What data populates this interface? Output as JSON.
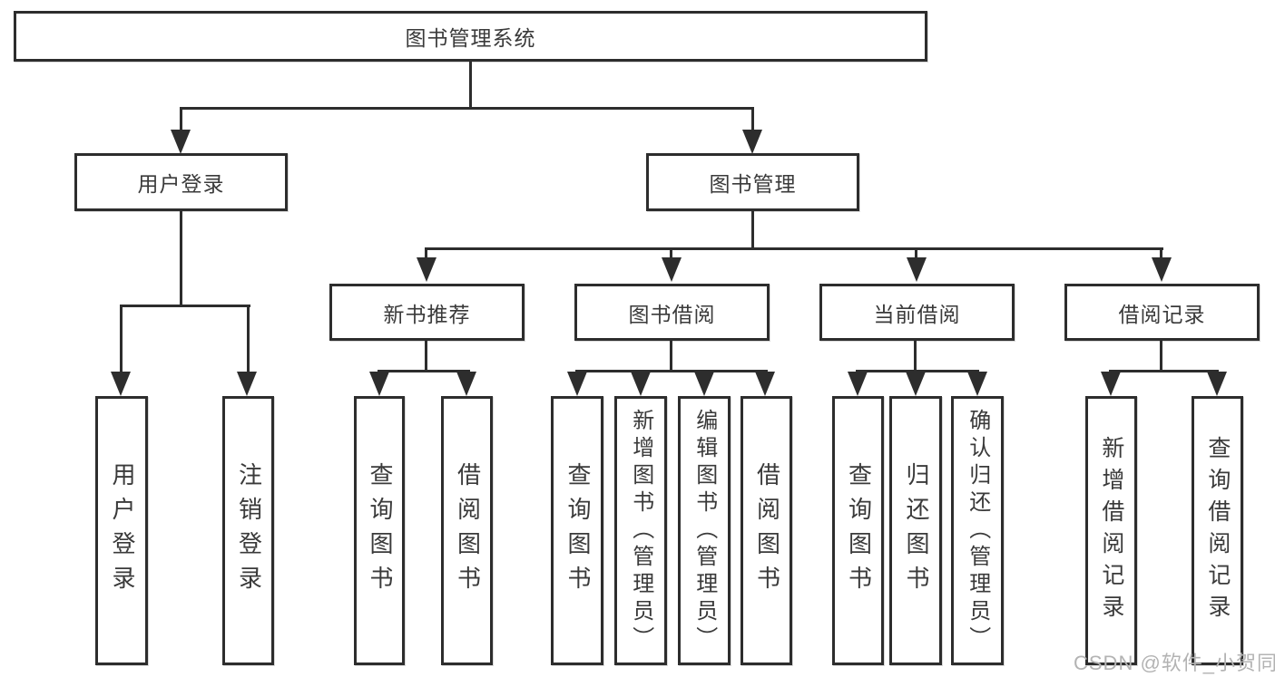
{
  "diagram": {
    "title_node": {
      "label": "图书管理系统"
    },
    "level2": [
      {
        "id": "user-login",
        "label": "用户登录"
      },
      {
        "id": "book-management",
        "label": "图书管理"
      }
    ],
    "level3": [
      {
        "id": "new-book-recommend",
        "label": "新书推荐",
        "parent": "图书管理"
      },
      {
        "id": "book-borrowing",
        "label": "图书借阅",
        "parent": "图书管理"
      },
      {
        "id": "current-borrowing",
        "label": "当前借阅",
        "parent": "图书管理"
      },
      {
        "id": "borrowing-records",
        "label": "借阅记录",
        "parent": "图书管理"
      }
    ],
    "leaves": [
      {
        "id": "user-login-leaf",
        "label": "用户登录",
        "parent": "用户登录"
      },
      {
        "id": "logout-login",
        "label": "注销登录",
        "parent": "用户登录"
      },
      {
        "id": "query-books-1",
        "label": "查询图书",
        "parent": "新书推荐"
      },
      {
        "id": "borrow-books-1",
        "label": "借阅图书",
        "parent": "新书推荐"
      },
      {
        "id": "query-books-2",
        "label": "查询图书",
        "parent": "图书借阅"
      },
      {
        "id": "add-books-admin",
        "label": "新增图书（管理员）",
        "parent": "图书借阅"
      },
      {
        "id": "edit-books-admin",
        "label": "编辑图书（管理员）",
        "parent": "图书借阅"
      },
      {
        "id": "borrow-books-2",
        "label": "借阅图书",
        "parent": "图书借阅"
      },
      {
        "id": "query-books-3",
        "label": "查询图书",
        "parent": "当前借阅"
      },
      {
        "id": "return-books",
        "label": "归还图书",
        "parent": "当前借阅"
      },
      {
        "id": "confirm-return-admin",
        "label": "确认归还（管理员）",
        "parent": "当前借阅"
      },
      {
        "id": "add-borrow-record",
        "label": "新增借阅记录",
        "parent": "借阅记录"
      },
      {
        "id": "query-borrow-record",
        "label": "查询借阅记录",
        "parent": "借阅记录"
      }
    ]
  },
  "watermark": {
    "text": "CSDN @软件_小贺同学"
  },
  "colors": {
    "line": "#2d2d2d",
    "text": "#3a3a3a",
    "watermark": "#b3b3b3",
    "background": "#ffffff"
  }
}
